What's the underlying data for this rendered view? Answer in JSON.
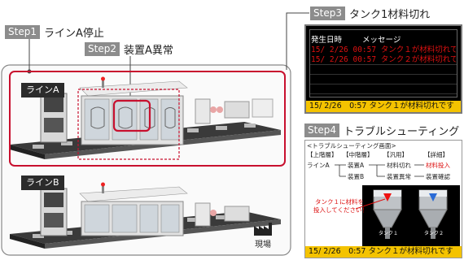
{
  "step1": {
    "badge": "Step1",
    "title": "ラインA停止"
  },
  "step2": {
    "badge": "Step2",
    "title": "装置A異常"
  },
  "step3": {
    "badge": "Step3",
    "title": "タンク1材料切れ"
  },
  "step4": {
    "badge": "Step4",
    "title": "トラブルシューティング"
  },
  "line_a": "ラインA",
  "line_b": "ラインB",
  "factory_label": "現場",
  "monitor": {
    "col_datetime": "発生日時",
    "col_message": "メッセージ",
    "rows": [
      "15/ 2/26 00:57  タンク１が材料切れで",
      "15/ 2/26 00:57  タンク２が材料切れで"
    ],
    "status": "15/ 2/26　0:57 タンク１が材料切れです"
  },
  "troubleshoot": {
    "screen_title": "<トラブルシューティング画面>",
    "headers": [
      "【上階層】",
      "【中階層】",
      "【汎用】",
      "【詳細】"
    ],
    "line": "ラインA",
    "dev_a": "装置A",
    "dev_b": "装置B",
    "material_out": "材料切れ",
    "material_in": "材料投入",
    "dev_error": "装置異常",
    "dev_check": "装置確認",
    "alert_line1": "タンク１に材料を",
    "alert_line2": "投入してください！",
    "tank1": "タンク１",
    "tank2": "タンク２",
    "status": "15/ 2/26　0:57 タンク１が材料切れです"
  },
  "colors": {
    "highlight": "#c8102e",
    "badge": "#8c8c8c",
    "status_bar": "#f4c300",
    "alarm_text": "#d11111"
  }
}
